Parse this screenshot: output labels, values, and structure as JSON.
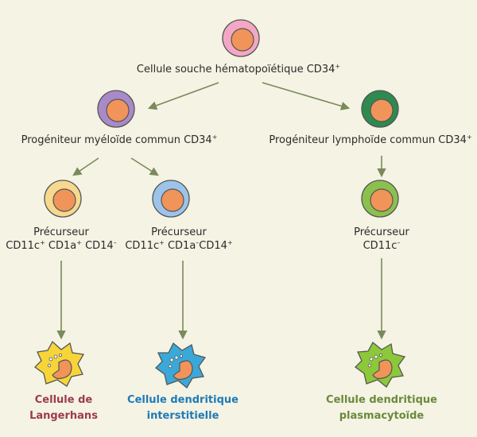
{
  "nodes": {
    "hsc": {
      "name": "Cellule souche hématopoïétique CD34",
      "sup": "+"
    },
    "myeloid": {
      "name": "Progéniteur myéloïde commun CD34",
      "sup": "+"
    },
    "lymphoid": {
      "name": "Progéniteur lymphoïde commun CD34",
      "sup": "+"
    },
    "precursor1": {
      "title": "Précurseur",
      "markers": [
        {
          "name": "CD11c",
          "sup": "+"
        },
        {
          "name": "CD1a",
          "sup": "+"
        },
        {
          "name": "CD14",
          "sup": "–"
        }
      ]
    },
    "precursor2": {
      "title": "Précurseur",
      "markers": [
        {
          "name": "CD11c",
          "sup": "+"
        },
        {
          "name": "CD1a",
          "sup": "–"
        },
        {
          "name": "CD14",
          "sup": "+"
        }
      ]
    },
    "precursor3": {
      "title": "Précurseur",
      "markers": [
        {
          "name": "CD11c",
          "sup": "–"
        }
      ]
    }
  },
  "outcomes": {
    "langerhans": {
      "line1": "Cellule de Langerhans",
      "color": "#9e3a4e"
    },
    "interstitial": {
      "line1": "Cellule dendritique",
      "line2": "interstitielle",
      "color": "#1f7ab8"
    },
    "plasmacytoid": {
      "line1": "Cellule dendritique",
      "line2": "plasmacytoïde",
      "color": "#6a8a3a"
    }
  },
  "colors": {
    "hsc_ring": "#f2a8c4",
    "myeloid_ring": "#a98ac8",
    "lymphoid_ring": "#2e8a4e",
    "p1_ring": "#f6d98e",
    "p2_ring": "#9cc4ea",
    "p3_ring": "#8cc04e",
    "nucleus": "#f0945a",
    "langerhans_fill": "#f7d53a",
    "interstitial_fill": "#3aa8d8",
    "plasmacytoid_fill": "#8cc83a",
    "arrow": "#7a8a5a"
  }
}
